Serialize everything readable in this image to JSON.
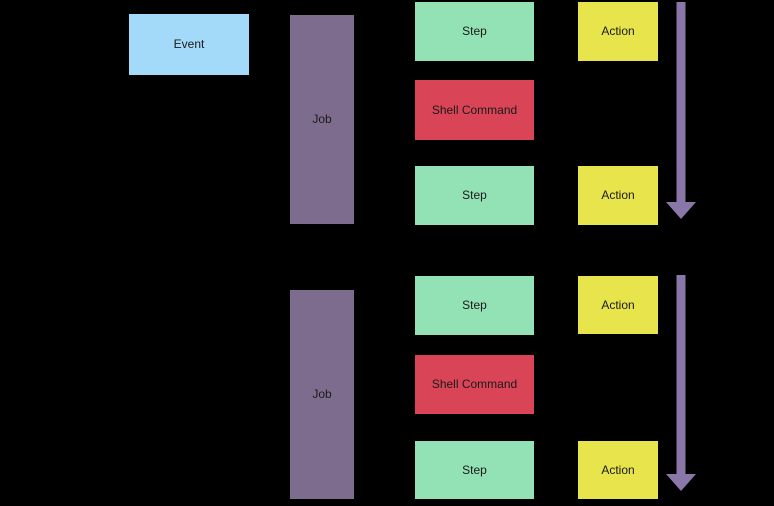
{
  "diagram": {
    "background_color": "#000000",
    "text_color": "#1A1A1A",
    "colors": {
      "event": "#A3DAFA",
      "job": "#7E6C8E",
      "step": "#93E2B5",
      "shell_command": "#D94556",
      "action": "#E8E44B",
      "flow_arrow": "#8877A8"
    },
    "nodes": {
      "event": "Event",
      "job1": "Job",
      "step1": "Step",
      "shell1": "Shell Command",
      "step2": "Step",
      "action1": "Action",
      "action2": "Action",
      "job2": "Job",
      "step3": "Step",
      "shell2": "Shell Command",
      "step4": "Step",
      "action3": "Action",
      "action4": "Action"
    }
  }
}
